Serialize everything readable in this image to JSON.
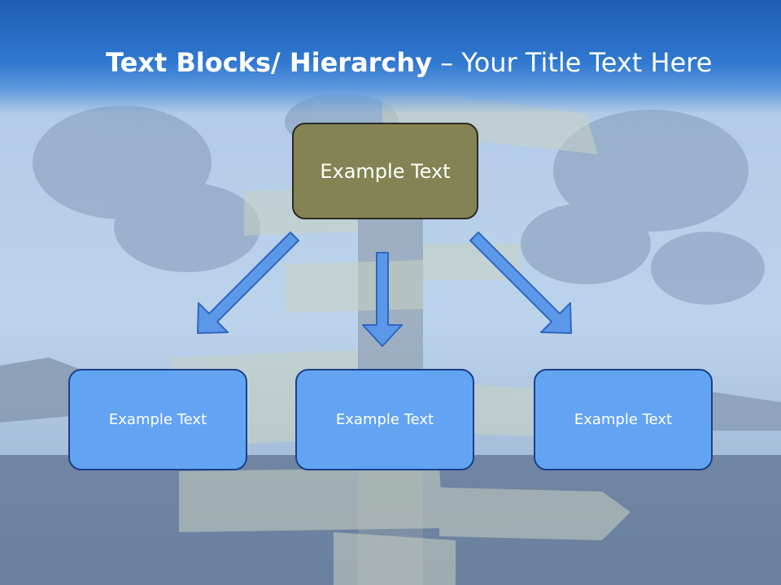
{
  "slide": {
    "title_bold": "Text Blocks/ Hierarchy",
    "title_rest": " – Your Title Text Here"
  },
  "diagram": {
    "top_box": "Example Text",
    "children": [
      "Example Text",
      "Example Text",
      "Example Text"
    ]
  },
  "colors": {
    "title_bar": "#2a6fc9",
    "top_box_fill": "#848354",
    "child_box_fill": "#63a4f2",
    "child_box_border": "#1b3f8a",
    "arrow_fill": "#5b98e8",
    "arrow_stroke": "#2f66c0"
  }
}
